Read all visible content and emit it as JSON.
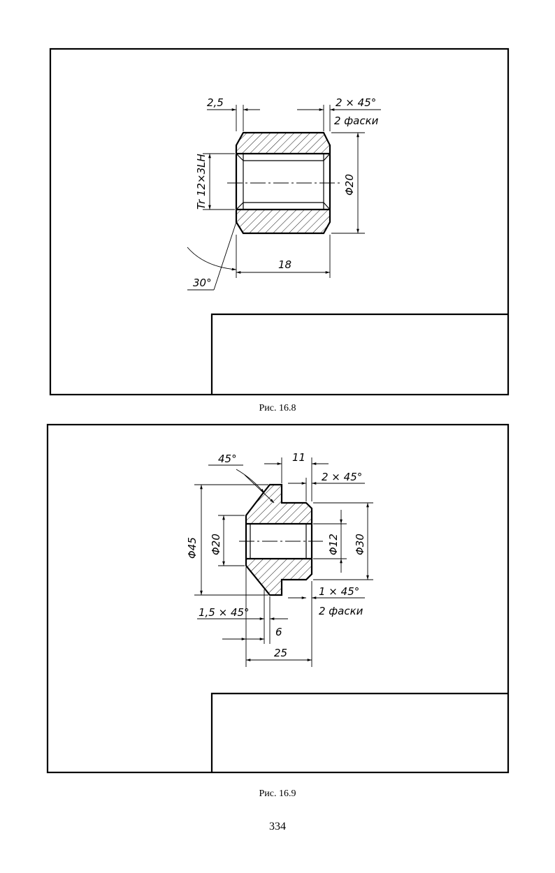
{
  "figure1": {
    "caption": "Рис. 16.8",
    "dim_chamfer_len": "2,5",
    "dim_chamfer_angle": "2 × 45°",
    "note_chamfers": "2 фаски",
    "thread": "Tr 12×3LH",
    "dim_outer_dia": "Φ20",
    "dim_length": "18",
    "dim_angle": "30°"
  },
  "figure2": {
    "caption": "Рис. 16.9",
    "dim_angle": "45°",
    "dim_step_len": "11",
    "dim_chamfer_top": "2 × 45°",
    "dim_dia_45": "Φ45",
    "dim_dia_20": "Φ20",
    "dim_dia_12": "Φ12",
    "dim_dia_30": "Φ30",
    "dim_chamfer_bottom": "1 × 45°",
    "note_chamfers": "2 фаски",
    "dim_chamfer_left": "1,5 × 45°",
    "dim_6": "6",
    "dim_25": "25"
  },
  "page_number": "334"
}
